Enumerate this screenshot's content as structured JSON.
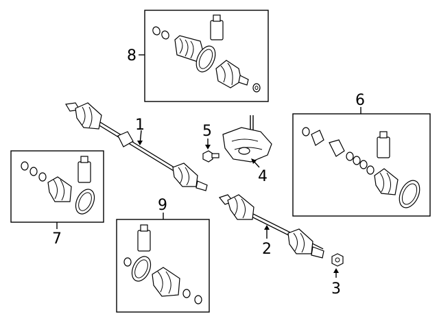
{
  "diagram": {
    "callouts": [
      {
        "id": "1",
        "label": "1"
      },
      {
        "id": "2",
        "label": "2"
      },
      {
        "id": "3",
        "label": "3"
      },
      {
        "id": "4",
        "label": "4"
      },
      {
        "id": "5",
        "label": "5"
      },
      {
        "id": "6",
        "label": "6"
      },
      {
        "id": "7",
        "label": "7"
      },
      {
        "id": "8",
        "label": "8"
      },
      {
        "id": "9",
        "label": "9"
      }
    ],
    "line_color": "#000000",
    "background": "#ffffff"
  }
}
